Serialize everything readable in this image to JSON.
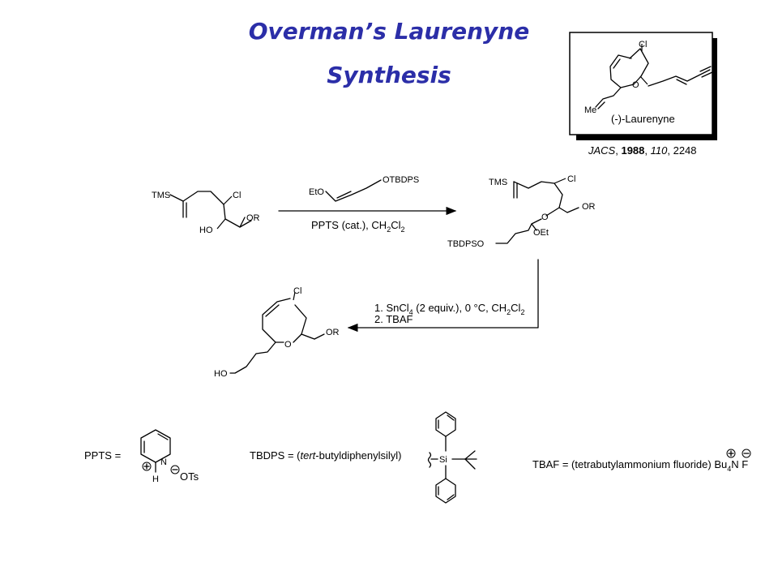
{
  "title": {
    "line1": "Overman’s Laurenyne",
    "line2": "Synthesis"
  },
  "colors": {
    "title": "#2b2ea8",
    "ink": "#000000",
    "box_shadow": "#000000"
  },
  "natural_product": {
    "name": "(-)-Laurenyne",
    "cl": "Cl",
    "o": "O",
    "me": "Me"
  },
  "reference": {
    "journal": "JACS",
    "year": "1988",
    "volume": "110",
    "pages": "2248"
  },
  "sm": {
    "tms": "TMS",
    "cl": "Cl",
    "ho": "HO",
    "or": "OR"
  },
  "reagent": {
    "eto": "EtO",
    "otbdps": "OTBDPS"
  },
  "step1": {
    "label": "PPTS (cat.), CH",
    "sub": "2",
    "label2": "Cl",
    "sub2": "2"
  },
  "acetal": {
    "tms": "TMS",
    "cl": "Cl",
    "or": "OR",
    "o": "O",
    "oet": "OEt",
    "tbdpso": "TBDPSO"
  },
  "step2": {
    "line1_a": "1.  SnCl",
    "line1_sub": "4",
    "line1_b": " (2 equiv.), 0 °C, CH",
    "line1_sub2": "2",
    "line1_c": "Cl",
    "line1_sub3": "2",
    "line2": "2.  TBAF"
  },
  "product": {
    "cl": "Cl",
    "o": "O",
    "or": "OR",
    "ho": "HO"
  },
  "defs": {
    "ppts": "PPTS =",
    "n": "N",
    "h": "H",
    "ots": "OTs",
    "tbdps_a": "TBDPS  =  (",
    "tbdps_italic": "tert",
    "tbdps_b": "-butyldiphenylsilyl)",
    "si": "Si",
    "tbaf": "TBAF = (tetrabutylammonium fluoride) Bu",
    "tbaf_sub": "4",
    "tbaf_n": "N",
    "tbaf_f": "F"
  }
}
